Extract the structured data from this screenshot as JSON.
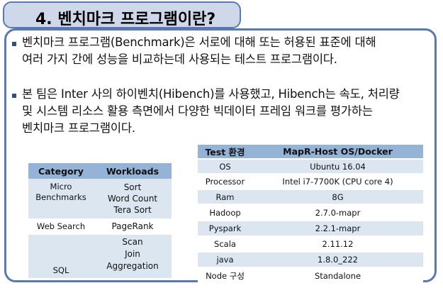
{
  "title": "4. 벤치마크 프로그램이란?",
  "paragraphs": [
    {
      "lines": [
        "벤치마크 프로그램(Benchmark)은 서로에 대해 또는 허용된 표준에 대해",
        "여러 가지 간에 성능을 비교하는데 사용되는 테스트 프로그램이다."
      ]
    },
    {
      "lines": [
        "본 팀은 Inter 사의 하이벤치(Hibench)를 사용했고, Hibench는 속도, 처리량",
        "및 시스템 리소스 활용 측면에서 다양한 빅데이터 프레임 워크를 평가하는",
        "벤치마크 프로그램이다."
      ]
    }
  ],
  "category_table": {
    "headers": [
      "Category",
      "Workloads"
    ],
    "rows": [
      {
        "category": [
          "Micro",
          "Benchmarks"
        ],
        "workloads": [
          "Sort",
          "Word Count",
          "Tera Sort"
        ]
      },
      {
        "category": [
          "Web Search"
        ],
        "workloads": [
          "PageRank"
        ]
      },
      {
        "category": [
          "SQL"
        ],
        "workloads": [
          "Scan",
          "Join",
          "Aggregation"
        ]
      }
    ]
  },
  "test_table": {
    "headers": [
      "Test 환경",
      "MapR-Host OS/Docker"
    ],
    "rows": [
      [
        "OS",
        "Ubuntu 16.04"
      ],
      [
        "Processor",
        "Intel i7-7700K (CPU core 4)"
      ],
      [
        "Ram",
        "8G"
      ],
      [
        "Hadoop",
        "2.7.0-mapr"
      ],
      [
        "Pyspark",
        "2.2.1-mapr"
      ],
      [
        "Scala",
        "2.11.12"
      ],
      [
        "java",
        "1.8.0_222"
      ],
      [
        "Node 구성",
        "Standalone"
      ]
    ]
  }
}
